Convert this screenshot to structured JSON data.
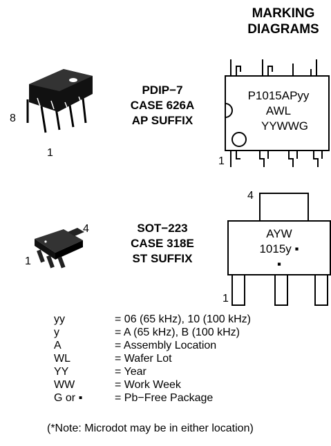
{
  "heading": {
    "line1": "MARKING",
    "line2": "DIAGRAMS"
  },
  "pdip": {
    "pkg_line1": "PDIP−7",
    "pkg_line2": "CASE 626A",
    "pkg_line3": "AP SUFFIX",
    "photo_pin_8": "8",
    "photo_pin_1": "1",
    "diagram_pin_1": "1",
    "marking_line1": "P1015APyy",
    "marking_line2": "AWL",
    "marking_line3": "YYWWG"
  },
  "sot": {
    "pkg_line1": "SOT−223",
    "pkg_line2": "CASE 318E",
    "pkg_line3": "ST SUFFIX",
    "photo_pin_4": "4",
    "photo_pin_1": "1",
    "diagram_pin_4": "4",
    "diagram_pin_1": "1",
    "marking_line1": "AYW",
    "marking_line2": "1015y ▪",
    "marking_line3": "▪"
  },
  "legend": [
    {
      "key": "yy",
      "value": "= 06 (65 kHz), 10 (100 kHz)"
    },
    {
      "key": "y",
      "value": "= A (65 kHz), B (100 kHz)"
    },
    {
      "key": "A",
      "value": "= Assembly Location"
    },
    {
      "key": "WL",
      "value": "= Wafer Lot"
    },
    {
      "key": "YY",
      "value": "= Year"
    },
    {
      "key": "WW",
      "value": "= Work Week"
    },
    {
      "key": "G or ▪",
      "value": "= Pb−Free Package"
    }
  ],
  "note": "(*Note: Microdot may be in either location)"
}
